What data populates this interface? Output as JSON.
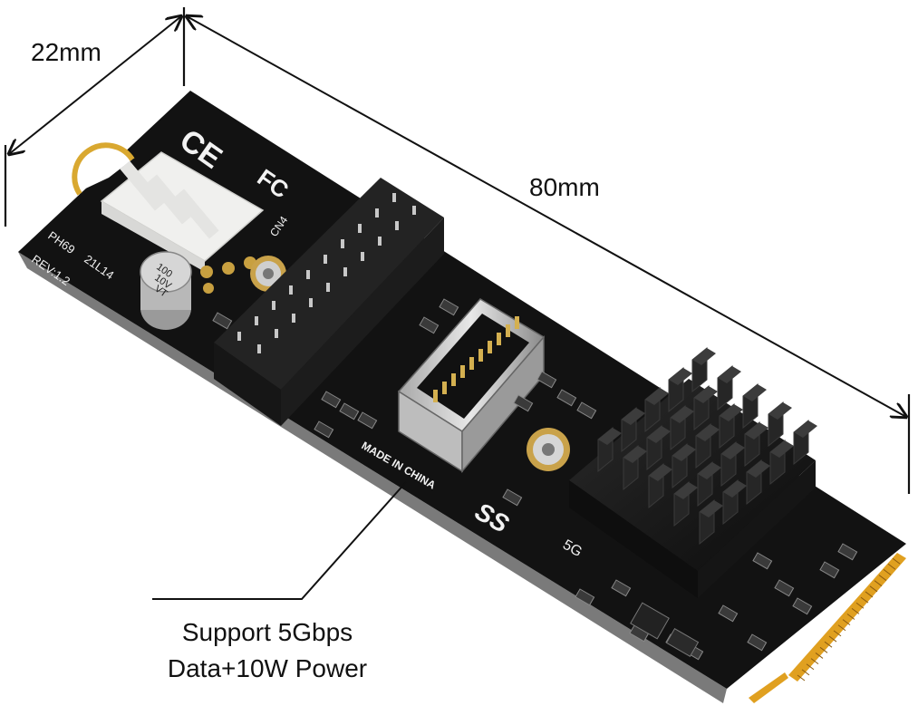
{
  "dimensions": {
    "width_label": "22mm",
    "length_label": "80mm"
  },
  "callout": {
    "line1": "Support 5Gbps",
    "line2": "Data+10W Power"
  },
  "board_markings": {
    "ce_mark": "CE",
    "fcc_mark": "FC",
    "model": "PH69",
    "date_code": "21L14",
    "revision": "REV:1.2",
    "connector_ref": "CN4",
    "capacitor_voltage": "100",
    "capacitor_rating": "10V",
    "capacitor_series": "VT",
    "made_in": "MADE IN CHINA",
    "speed": "5G",
    "ss_logo": "SS"
  },
  "colors": {
    "pcb": "#121212",
    "heatsink": "#1a1a1a",
    "gold_contacts": "#e0a020",
    "connector_white": "#f0f0ee",
    "dimension_line": "#111111"
  }
}
